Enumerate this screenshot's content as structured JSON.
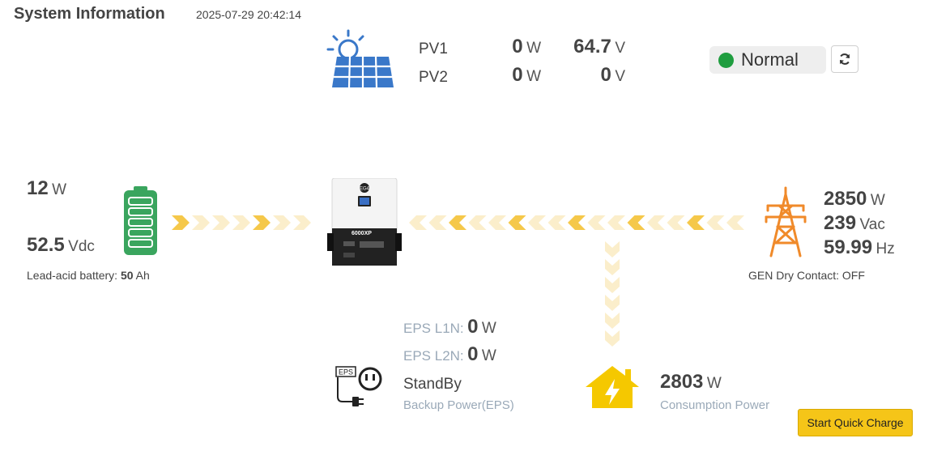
{
  "header": {
    "title": "System Information",
    "timestamp": "2025-07-29 20:42:14"
  },
  "pv": {
    "pv1": {
      "label": "PV1",
      "power": "0",
      "power_unit": "W",
      "voltage": "64.7",
      "voltage_unit": "V"
    },
    "pv2": {
      "label": "PV2",
      "power": "0",
      "power_unit": "W",
      "voltage": "0",
      "voltage_unit": "V"
    }
  },
  "status": {
    "text": "Normal",
    "color": "#1f9d3f"
  },
  "battery": {
    "power": "12",
    "power_unit": "W",
    "voltage": "52.5",
    "voltage_unit": "Vdc",
    "type_label": "Lead-acid battery:",
    "capacity": "50",
    "capacity_unit": "Ah"
  },
  "inverter": {
    "brand": "EG4",
    "model": "6000XP"
  },
  "grid": {
    "power": "2850",
    "power_unit": "W",
    "voltage": "239",
    "voltage_unit": "Vac",
    "frequency": "59.99",
    "frequency_unit": "Hz",
    "gen_label": "GEN Dry Contact: OFF"
  },
  "eps": {
    "l1n_label": "EPS L1N:",
    "l1n_value": "0",
    "l1n_unit": "W",
    "l2n_label": "EPS L2N:",
    "l2n_value": "0",
    "l2n_unit": "W",
    "state": "StandBy",
    "caption": "Backup Power(EPS)",
    "icon_text": "EPS"
  },
  "consumption": {
    "power": "2803",
    "power_unit": "W",
    "caption": "Consumption Power"
  },
  "actions": {
    "quick_charge": "Start Quick Charge"
  },
  "colors": {
    "flow_light": "#fbeecb",
    "flow_dark": "#f5c84a",
    "battery_green": "#3aa55e",
    "tower_orange": "#f08a2a",
    "house_yellow": "#f5c800"
  },
  "icons": {
    "solar": "solar-panel-icon",
    "battery": "battery-icon",
    "inverter": "inverter-icon",
    "grid": "power-tower-icon",
    "eps": "eps-plug-icon",
    "home": "home-lightning-icon",
    "refresh": "refresh-icon"
  }
}
